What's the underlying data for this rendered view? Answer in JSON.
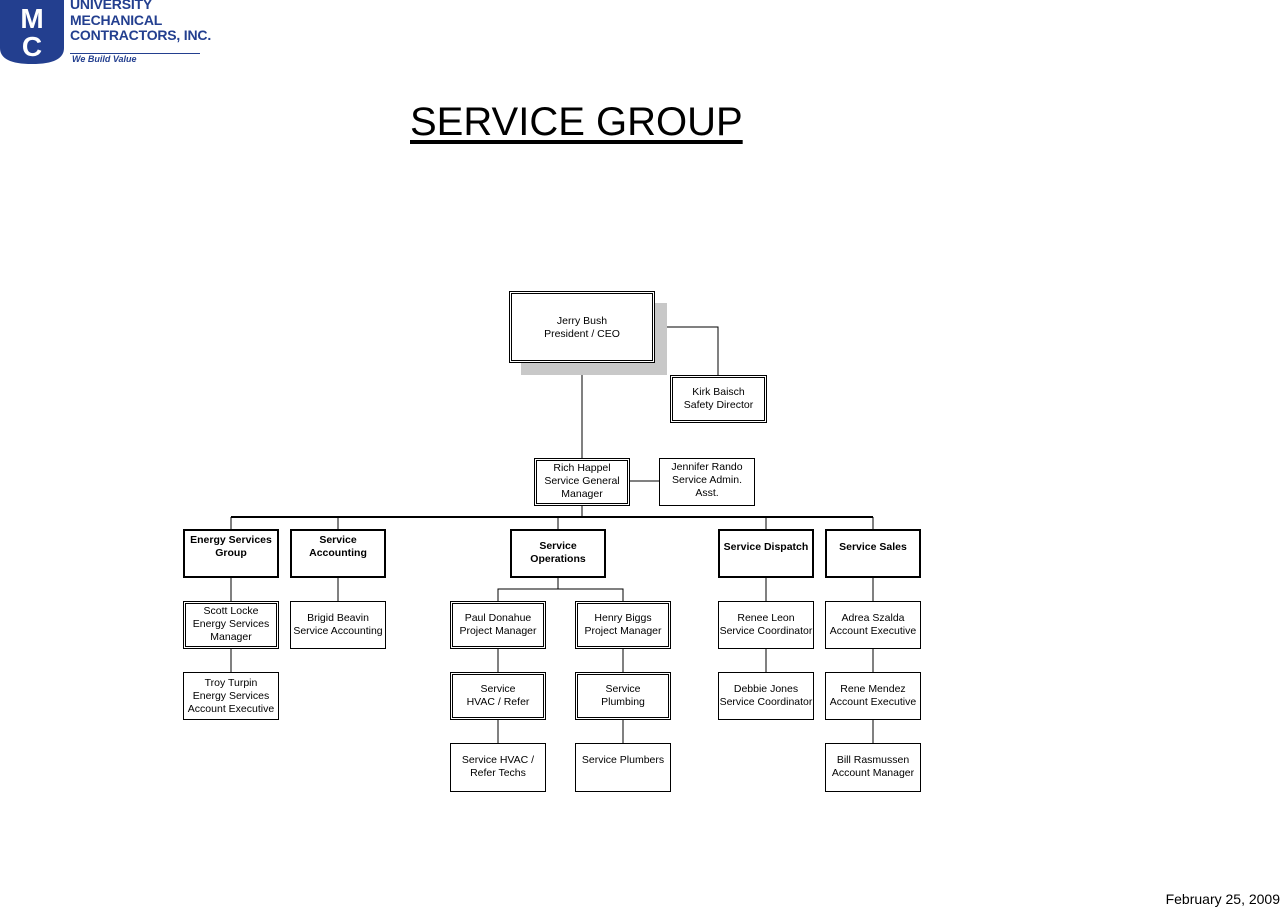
{
  "company": {
    "monogram_top": "M",
    "monogram_bottom": "C",
    "name_lines": [
      "UNIVERSITY",
      "MECHANICAL",
      "CONTRACTORS, INC."
    ],
    "tagline": "We Build Value",
    "brand_color": "#233f8f"
  },
  "title": "SERVICE GROUP",
  "date": "February 25, 2009",
  "org": {
    "ceo": "Jerry Bush\nPresident / CEO",
    "safety": "Kirk Baisch\nSafety Director",
    "general_manager": "Rich Happel\nService General\nManager",
    "admin": "Jennifer Rando\nService Admin.\nAsst.",
    "departments": {
      "energy": "Energy Services\nGroup",
      "accounting": "Service\nAccounting",
      "operations": "Service\nOperations",
      "dispatch": "Service Dispatch",
      "sales": "Service Sales"
    },
    "staff": {
      "scott": "Scott Locke\nEnergy Services\nManager",
      "troy": "Troy Turpin\nEnergy Services\nAccount Executive",
      "brigid": "Brigid Beavin\nService Accounting",
      "paul": "Paul Donahue\nProject Manager",
      "henry": "Henry Biggs\nProject Manager",
      "hvac": "Service\nHVAC / Refer",
      "plumbing": "Service\nPlumbing",
      "hvac_techs": "Service HVAC /\nRefer Techs",
      "plumbers": "Service Plumbers",
      "renee": "Renee Leon\nService Coordinator",
      "debbie": "Debbie Jones\nService Coordinator",
      "adrea": "Adrea Szalda\nAccount Executive",
      "rene": "Rene Mendez\nAccount Executive",
      "bill": "Bill Rasmussen\nAccount Manager"
    }
  }
}
